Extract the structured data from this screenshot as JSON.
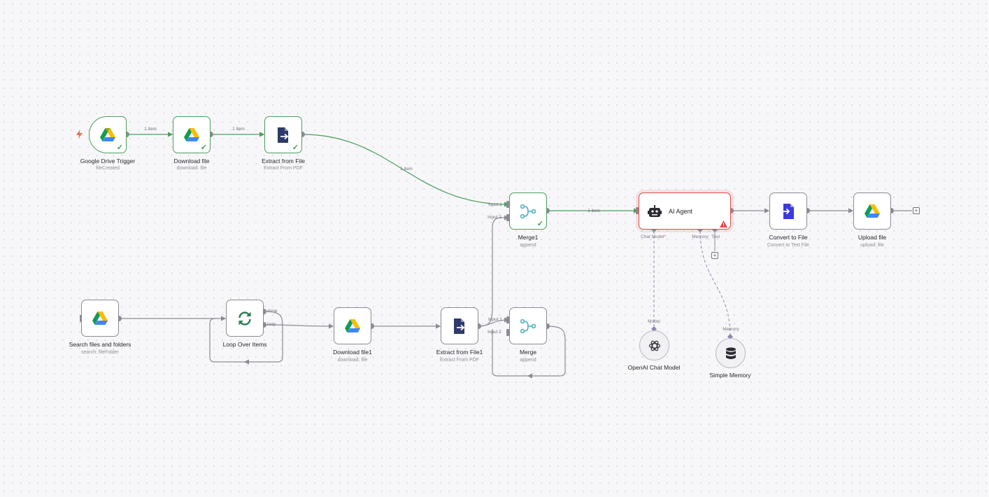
{
  "nodes": {
    "gdrive_trigger": {
      "title": "Google Drive Trigger",
      "subtitle": "fileCreated",
      "icon": "google-drive-icon"
    },
    "download_file": {
      "title": "Download file",
      "subtitle": "download: file",
      "icon": "google-drive-icon"
    },
    "extract_from_file": {
      "title": "Extract from File",
      "subtitle": "Extract From PDF",
      "icon": "file-extract-icon"
    },
    "merge1": {
      "title": "Merge1",
      "subtitle": "append",
      "icon": "merge-icon",
      "input1": "Input 1",
      "input2": "Input 2"
    },
    "ai_agent": {
      "title": "AI Agent",
      "icon": "robot-icon",
      "ports": {
        "chat_model": "Chat Model",
        "memory": "Memory",
        "tool": "Tool"
      }
    },
    "convert_to_file": {
      "title": "Convert to File",
      "subtitle": "Convert to Text File",
      "icon": "file-convert-icon"
    },
    "upload_file": {
      "title": "Upload file",
      "subtitle": "upload: file",
      "icon": "google-drive-icon"
    },
    "search_files": {
      "title": "Search files and folders",
      "subtitle": "search: fileFolder",
      "icon": "google-drive-icon"
    },
    "loop_over_items": {
      "title": "Loop Over Items",
      "icon": "loop-icon",
      "out_done": "done",
      "out_loop": "loop"
    },
    "download_file1": {
      "title": "Download file1",
      "subtitle": "download: file",
      "icon": "google-drive-icon"
    },
    "extract_from_file1": {
      "title": "Extract from File1",
      "subtitle": "Extract From PDF",
      "icon": "file-extract-icon"
    },
    "merge": {
      "title": "Merge",
      "subtitle": "append",
      "icon": "merge-icon",
      "input1": "Input 1",
      "input2": "Input 2"
    },
    "openai_chat_model": {
      "title": "OpenAI Chat Model",
      "icon": "openai-icon",
      "port": "Model"
    },
    "simple_memory": {
      "title": "Simple Memory",
      "icon": "database-icon",
      "port": "Memory"
    }
  },
  "edge_labels": {
    "trigger_to_download": "1 item",
    "download_to_extract": "1 item",
    "extract_to_merge1": "1 item",
    "merge1_to_agent": "1 item"
  },
  "colors": {
    "success": "#4b9e5c",
    "error": "#e24a4a",
    "edge": "#8b8b95",
    "ai_connection": "#8a8ab0",
    "merge_icon": "#5ab6c6",
    "extract_icon": "#2e3a6b",
    "convert_icon": "#3d3bd8",
    "loop_icon": "#2f7d57"
  }
}
